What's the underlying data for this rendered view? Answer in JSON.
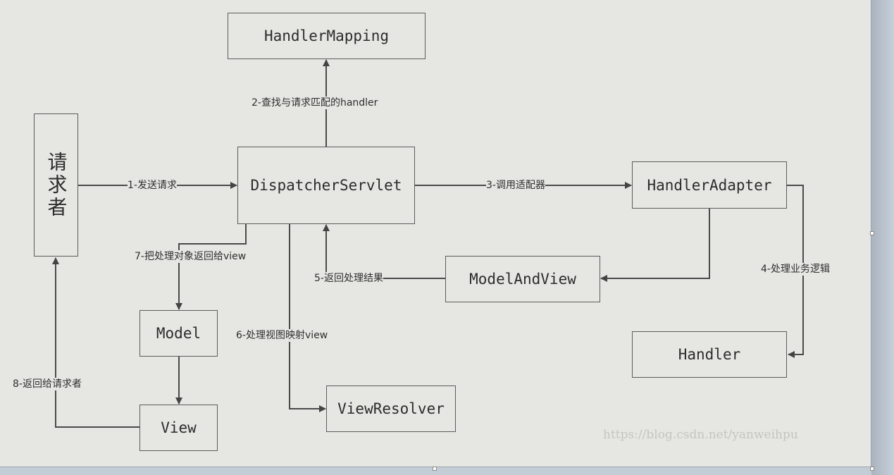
{
  "nodes": {
    "requester": "请求者",
    "handler_mapping": "HandlerMapping",
    "dispatcher_servlet": "DispatcherServlet",
    "handler_adapter": "HandlerAdapter",
    "model_and_view": "ModelAndView",
    "handler": "Handler",
    "model": "Model",
    "view": "View",
    "view_resolver": "ViewResolver"
  },
  "edges": {
    "e1": "1-发送请求",
    "e2": "2-查找与请求匹配的handler",
    "e3": "3-调用适配器",
    "e4": "4-处理业务逻辑",
    "e5": "5-返回处理结果",
    "e6": "6-处理视图映射view",
    "e7": "7-把处理对象返回给view",
    "e8": "8-返回给请求者"
  },
  "watermark": "https://blog.csdn.net/yanweihpu"
}
